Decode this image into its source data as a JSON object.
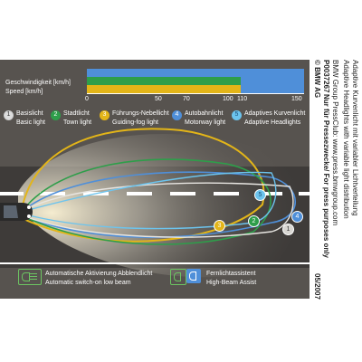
{
  "colors": {
    "background": "#57534f",
    "blue": "#4f8fd9",
    "green": "#2e9e4a",
    "yellow": "#e3b518",
    "light_blue": "#6cc4ee"
  },
  "speed_chart": {
    "label_de": "Geschwindigkeit [km/h]",
    "label_en": "Speed [km/h]",
    "ticks": [
      "0",
      "50",
      "70",
      "100",
      "110",
      "150"
    ],
    "tick_values": [
      0,
      50,
      70,
      100,
      110,
      150
    ]
  },
  "legend": [
    {
      "number": "1",
      "de": "Basislicht",
      "en": "Basic light"
    },
    {
      "number": "2",
      "de": "Stadtlicht",
      "en": "Town light"
    },
    {
      "number": "3",
      "de": "Führungs-Nebellicht",
      "en": "Guiding-fog light"
    },
    {
      "number": "4",
      "de": "Autobahnlicht",
      "en": "Motorway light"
    },
    {
      "number": "5",
      "de": "Adaptives Kurvenlicht",
      "en": "Adaptive Headlights"
    }
  ],
  "markers": [
    "1",
    "2",
    "3",
    "4",
    "5"
  ],
  "bottom_legend": {
    "auto": {
      "de": "Automatische Aktivierung Abblendlicht",
      "en": "Automatic switch-on low beam"
    },
    "highbeam": {
      "de": "Fernlichtassistent",
      "en": "High-Beam Assist"
    }
  },
  "side_text": {
    "title_de": "Adaptive Kurvenlicht mit variabler Lichtverteilung",
    "title_en": "Adaptive Headlights with variable light distribution",
    "code": "P0037267",
    "press_url": "BMW Group PressClub: www.press.bmwgroup.com",
    "notice": "Nur für Pressezwecke/ For press purposes only",
    "copyright": "© BMW AG",
    "date": "05/2007"
  }
}
